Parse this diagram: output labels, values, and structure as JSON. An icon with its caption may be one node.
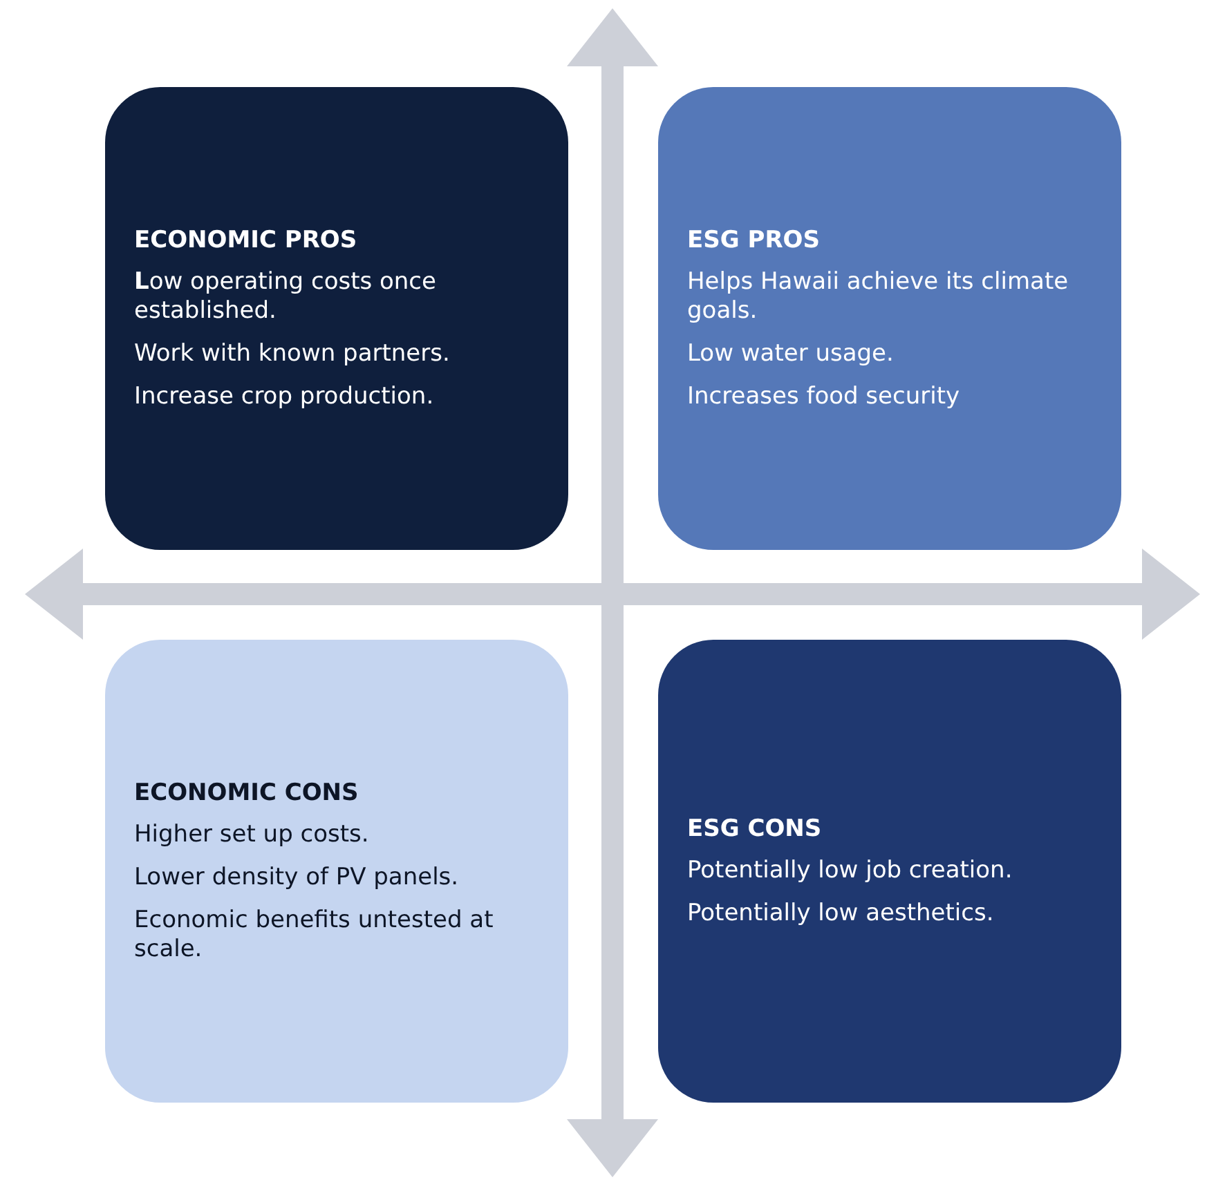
{
  "diagram": {
    "nodes": [
      {
        "text": [
          "ECONOMIC PROS",
          "**L**ow operating costs once established.",
          "Work with known partners.",
          "Increase crop production."
        ]
      },
      {
        "text": [
          "ESG PROS",
          "Helps Hawaii achieve its climate goals.",
          "Low water usage.",
          "Increases food security"
        ]
      },
      {
        "text": [
          "ECONOMIC CONS",
          "Higher set up costs.",
          "Lower density of PV panels.",
          "Economic benefits untested at scale."
        ]
      },
      {
        "text": [
          "ESG CONS",
          "Potentially low job creation.",
          "Potentially low aesthetics."
        ]
      }
    ]
  }
}
